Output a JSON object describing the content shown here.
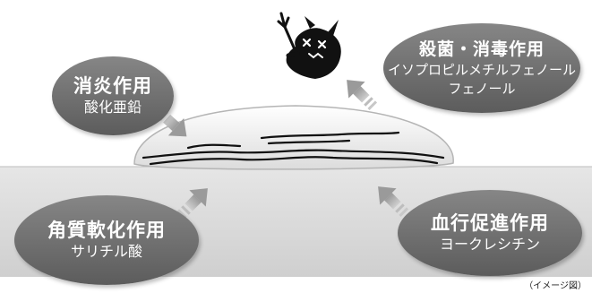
{
  "bubbles": {
    "anti_inflammatory": {
      "title": "消炎作用",
      "sub": "酸化亜鉛"
    },
    "sterilization": {
      "title": "殺菌・消毒作用",
      "sub1": "イソプロピルメチルフェノール",
      "sub2": "フェノール"
    },
    "keratin_softening": {
      "title": "角質軟化作用",
      "sub": "サリチル酸"
    },
    "circulation": {
      "title": "血行促進作用",
      "sub": "ヨークレシチン"
    }
  },
  "caption": "（イメージ図）"
}
